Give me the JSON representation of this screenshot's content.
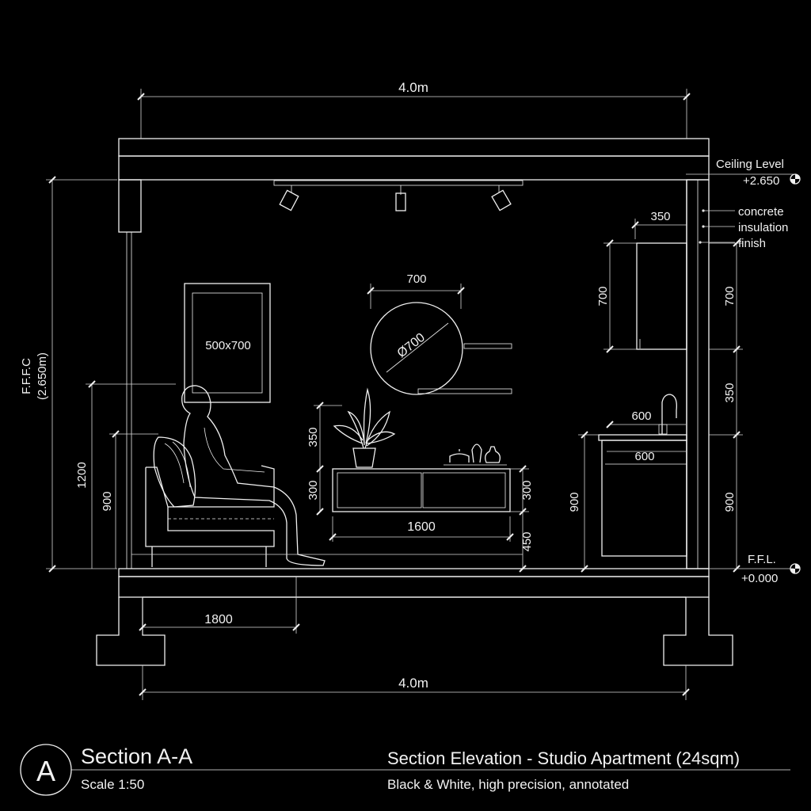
{
  "drawing": {
    "overall_width_top": "4.0m",
    "overall_width_bottom": "4.0m",
    "ceiling_level": {
      "label": "Ceiling Level",
      "value": "+2.650"
    },
    "floor_level": {
      "label": "F.F.L.",
      "value": "+0.000"
    },
    "ffc": {
      "label": "F.F.F.C",
      "value": "(2.650m)"
    },
    "wall_layers": [
      "concrete",
      "insulation",
      "finish"
    ],
    "dimensions": {
      "wall_cabinet_depth": "350",
      "wall_cabinet_height_left": "700",
      "wall_cabinet_height_right": "700",
      "backsplash_height": "350",
      "counter_height_right": "900",
      "counter_height_left": "900",
      "counter_depth_top": "600",
      "counter_depth_lower": "600",
      "mirror_width": "700",
      "mirror_diameter": "Ø700",
      "frame_size": "500x700",
      "plant_height": "350",
      "console_height_left": "300",
      "console_height_right": "300",
      "console_width": "1600",
      "console_elevation": "450",
      "person_height": "1200",
      "sofa_height": "900",
      "bed_length": "1800"
    }
  },
  "title_block": {
    "marker": "A",
    "title": "Section A-A",
    "scale": "Scale 1:50",
    "subtitle": "Section Elevation - Studio Apartment (24sqm)",
    "description": "Black & White, high precision, annotated"
  }
}
